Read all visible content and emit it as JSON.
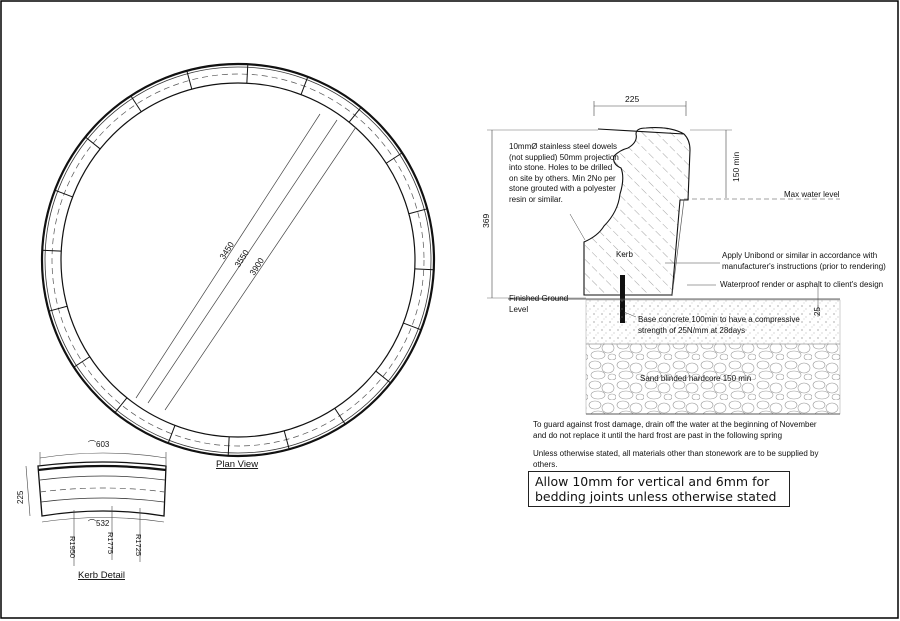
{
  "plan": {
    "title": "Plan View",
    "dim_inner": "3450",
    "dim_mid": "3550",
    "dim_outer": "3900"
  },
  "kerb_detail": {
    "title": "Kerb Detail",
    "arc_outer": "603",
    "arc_inner": "532",
    "depth": "225",
    "r1": "R1950",
    "r2": "R1775",
    "r3": "R1725"
  },
  "section": {
    "width_dim": "225",
    "height_dim": "369",
    "upper_dim": "150 min",
    "lower_dim": "25",
    "kerb_label": "Kerb",
    "dowel_note": "10mmØ stainless steel dowels (not supplied) 50mm projection into stone. Holes to be drilled on site by others. Min 2No per stone grouted with a polyester resin or similar.",
    "max_water": "Max water level",
    "unibond": "Apply Unibond or similar in accordance with manufacturer's instructions (prior to rendering)",
    "waterproof": "Waterproof render or asphalt to client's design",
    "ground_level": "Finished Ground Level",
    "base_concrete": "Base concrete 100min to have a compressive strength of 25N/mm at 28days",
    "hardcore": "Sand blinded hardcore 150 min"
  },
  "notes": {
    "frost": "To guard against frost damage, drain off the water at the beginning of November and do not replace it until the hard frost are past in the following spring",
    "materials": "Unless otherwise stated, all materials other than stonework are to be supplied by others.",
    "joints": "Allow 10mm for vertical and 6mm for bedding joints unless otherwise stated"
  },
  "colors": {
    "line": "#222222",
    "hatch": "#555555",
    "frame": "#000000"
  }
}
